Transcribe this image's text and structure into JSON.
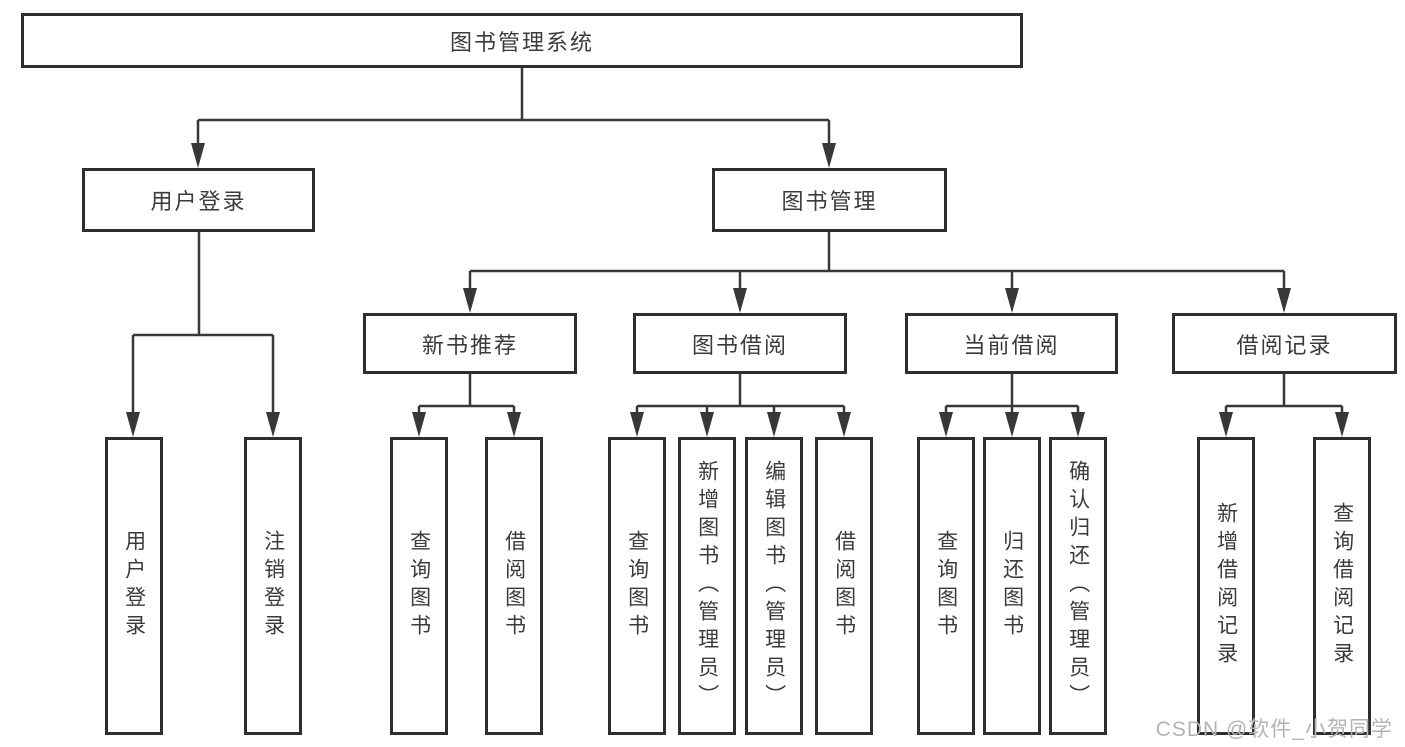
{
  "diagram_type": "hierarchy-tree",
  "colors": {
    "box_border": "#2e2e2e",
    "line": "#383838",
    "text": "#3b3b3b",
    "watermark": "#b3b3b3",
    "background": "#ffffff"
  },
  "tree": {
    "label": "图书管理系统",
    "children": [
      {
        "label": "用户登录",
        "children": [
          {
            "label": "用户登录"
          },
          {
            "label": "注销登录"
          }
        ]
      },
      {
        "label": "图书管理",
        "children": [
          {
            "label": "新书推荐",
            "children": [
              {
                "label": "查询图书"
              },
              {
                "label": "借阅图书"
              }
            ]
          },
          {
            "label": "图书借阅",
            "children": [
              {
                "label": "查询图书"
              },
              {
                "label": "新增图书（管理员）"
              },
              {
                "label": "编辑图书（管理员）"
              },
              {
                "label": "借阅图书"
              }
            ]
          },
          {
            "label": "当前借阅",
            "children": [
              {
                "label": "查询图书"
              },
              {
                "label": "归还图书"
              },
              {
                "label": "确认归还（管理员）"
              }
            ]
          },
          {
            "label": "借阅记录",
            "children": [
              {
                "label": "新增借阅记录"
              },
              {
                "label": "查询借阅记录"
              }
            ]
          }
        ]
      }
    ]
  },
  "watermark": {
    "text": "CSDN @软件_小贺同学"
  }
}
